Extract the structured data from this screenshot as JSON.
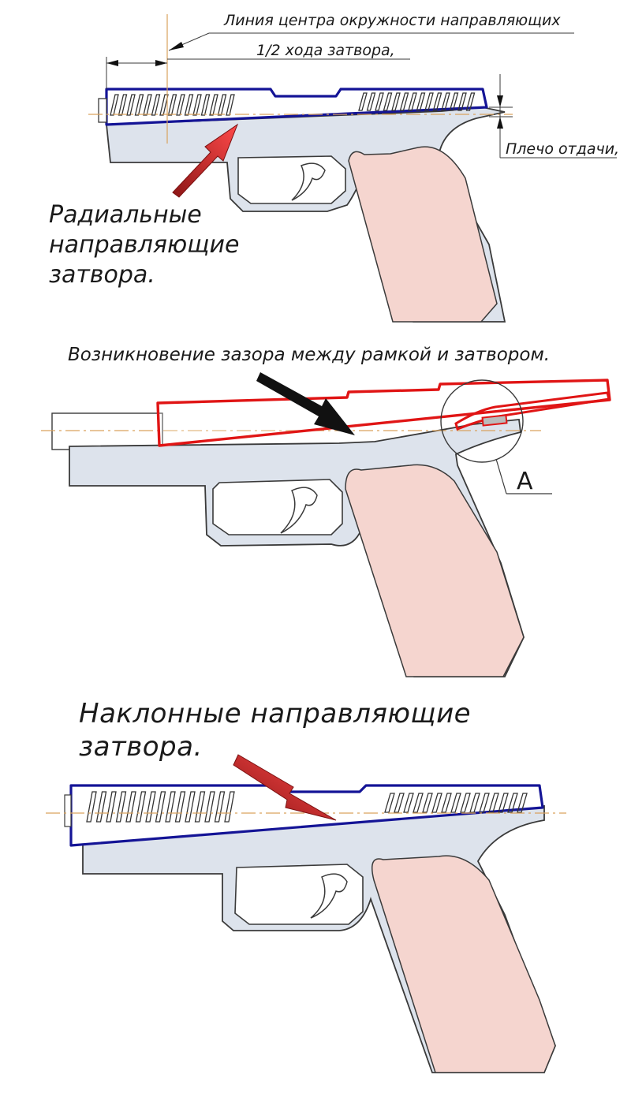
{
  "labels": {
    "center_line": "Линия центра окружности направляющих",
    "half_stroke": "1/2 хода затвора,",
    "recoil_arm": "Плечо отдачи,",
    "radial_line1": "Радиальные",
    "radial_line2": "направляющие",
    "radial_line3": "затвора.",
    "gap_title": "Возникновение зазора между рамкой и затвором.",
    "detail_marker": "А",
    "inclined_line1": "Наклонные направляющие",
    "inclined_line2": "затвора."
  },
  "colors": {
    "frame_fill": "#dde3ec",
    "grip_fill": "#f5d5cf",
    "outline": "#3a3a3a",
    "slide_blue": "#141496",
    "slide_red": "#e01515",
    "arrow_red": "#d42424",
    "arrow_black": "#111111",
    "centerline": "#d9a25e"
  }
}
